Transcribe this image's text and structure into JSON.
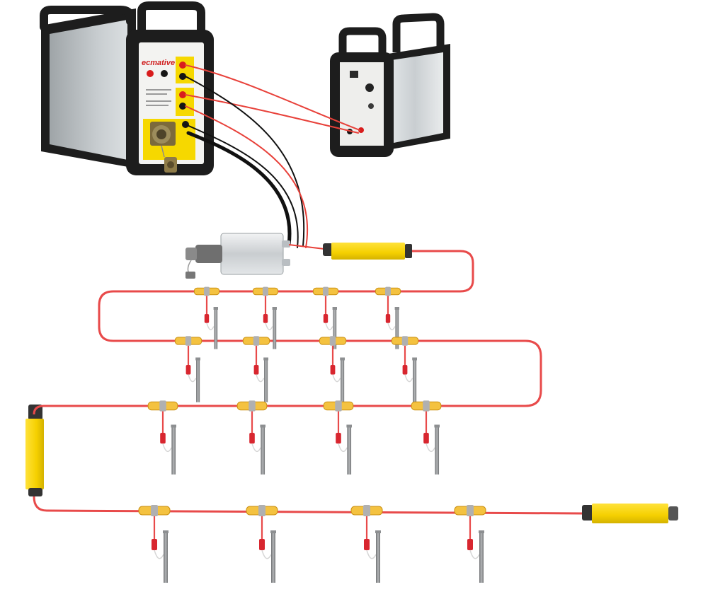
{
  "main_unit": {
    "brand_label": "ecmative",
    "model_label": "",
    "case_color": "#1d1d1d",
    "panel_color": "#f3f3f1",
    "accent_yellow": "#f6d800"
  },
  "remote_unit": {
    "case_color": "#1d1d1d",
    "body_color": "#d9dcde"
  },
  "cable_colors": {
    "red": "#e8413a",
    "black": "#111111",
    "trunk": "#e84a4a"
  },
  "modules": {
    "yellow": "#f5d000",
    "yellow_dark": "#c9a800",
    "junction_box": "#cfd3d6"
  },
  "grounding_network": {
    "rows": 4,
    "electrodes_per_row": 4,
    "electrode_color": "#8d8f91",
    "connector_color": "#f4c240",
    "clamp_color": "#d8262f"
  }
}
